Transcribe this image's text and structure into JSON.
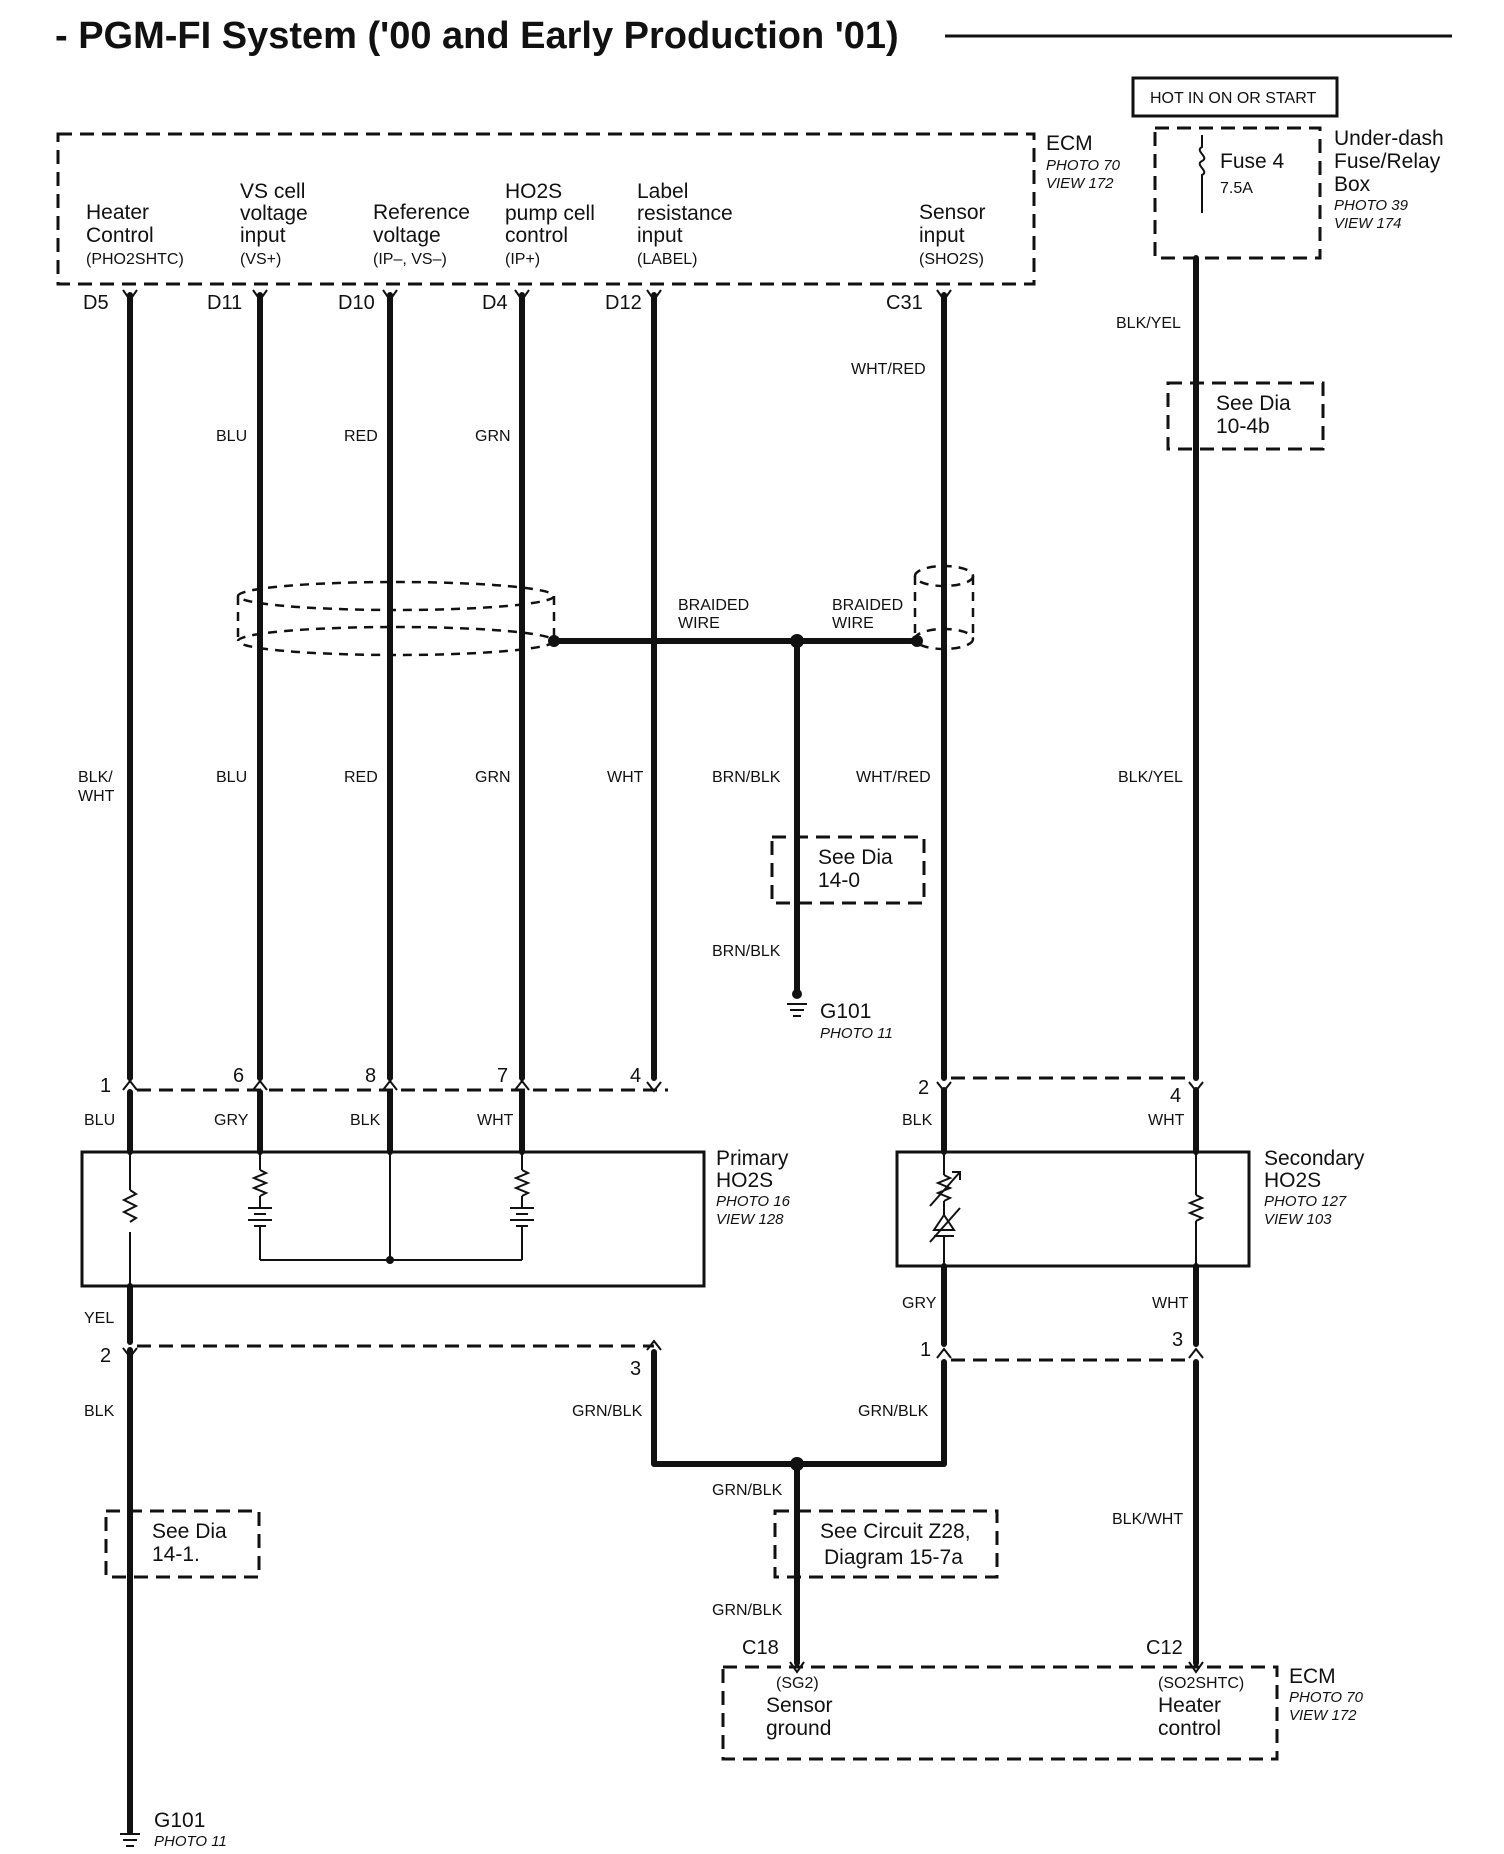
{
  "title": "- PGM-FI System ('00 and Early Production '01)",
  "hot_box": "HOT IN ON OR START",
  "fuse_box": {
    "fuse": "Fuse 4",
    "rating": "7.5A",
    "name": [
      "Under-dash",
      "Fuse/Relay",
      "Box"
    ],
    "photo": "PHOTO 39",
    "view": "VIEW 174"
  },
  "ecm_top": {
    "name": "ECM",
    "photo": "PHOTO 70",
    "view": "VIEW 172",
    "terminals": [
      {
        "label": [
          "Heater",
          "Control"
        ],
        "code": "(PHO2SHTC)",
        "pin": "D5"
      },
      {
        "label": [
          "VS cell",
          "voltage",
          "input"
        ],
        "code": "(VS+)",
        "pin": "D11"
      },
      {
        "label": [
          "Reference",
          "voltage"
        ],
        "code": "(IP–, VS–)",
        "pin": "D10"
      },
      {
        "label": [
          "HO2S",
          "pump cell",
          "control"
        ],
        "code": "(IP+)",
        "pin": "D4"
      },
      {
        "label": [
          "Label",
          "resistance",
          "input"
        ],
        "code": "(LABEL)",
        "pin": "D12"
      },
      {
        "label": [
          "Sensor",
          "input"
        ],
        "code": "(SHO2S)",
        "pin": "C31"
      }
    ]
  },
  "wires": {
    "blk_yel": "BLK/YEL",
    "wht_red": "WHT/RED",
    "blu": "BLU",
    "red": "RED",
    "grn": "GRN",
    "wht": "WHT",
    "blk_wht_top": "BLK/\nWHT",
    "brn_blk": "BRN/BLK",
    "braided": [
      "BRAIDED",
      "WIRE"
    ],
    "gry": "GRY",
    "blk": "BLK",
    "yel": "YEL",
    "grn_blk": "GRN/BLK",
    "blk_wht": "BLK/WHT"
  },
  "see_dia": {
    "d10_4b": [
      "See Dia",
      "10-4b"
    ],
    "d14_0": [
      "See Dia",
      "14-0"
    ],
    "d14_1": [
      "See Dia",
      "14-1."
    ],
    "z28": [
      "See Circuit Z28,",
      "Diagram 15-7a"
    ]
  },
  "ground_top": {
    "name": "G101",
    "photo": "PHOTO 11"
  },
  "ground_bottom": {
    "name": "G101",
    "photo": "PHOTO 11"
  },
  "connector_top": {
    "pins_left": [
      "1",
      "6",
      "8",
      "7",
      "4"
    ],
    "pins_right": [
      "2",
      "4"
    ]
  },
  "primary": {
    "name": [
      "Primary",
      "HO2S"
    ],
    "photo": "PHOTO 16",
    "view": "VIEW 128"
  },
  "secondary": {
    "name": [
      "Secondary",
      "HO2S"
    ],
    "photo": "PHOTO 127",
    "view": "VIEW 103"
  },
  "connector_bottom": {
    "pins_left": [
      "2",
      "3"
    ],
    "pins_right": [
      "1",
      "3"
    ]
  },
  "ecm_bottom": {
    "name": "ECM",
    "photo": "PHOTO 70",
    "view": "VIEW 172",
    "pins": [
      "C18",
      "C12"
    ],
    "terminals": [
      {
        "code": "(SG2)",
        "label": [
          "Sensor",
          "ground"
        ]
      },
      {
        "code": "(SO2SHTC)",
        "label": [
          "Heater",
          "control"
        ]
      }
    ]
  }
}
